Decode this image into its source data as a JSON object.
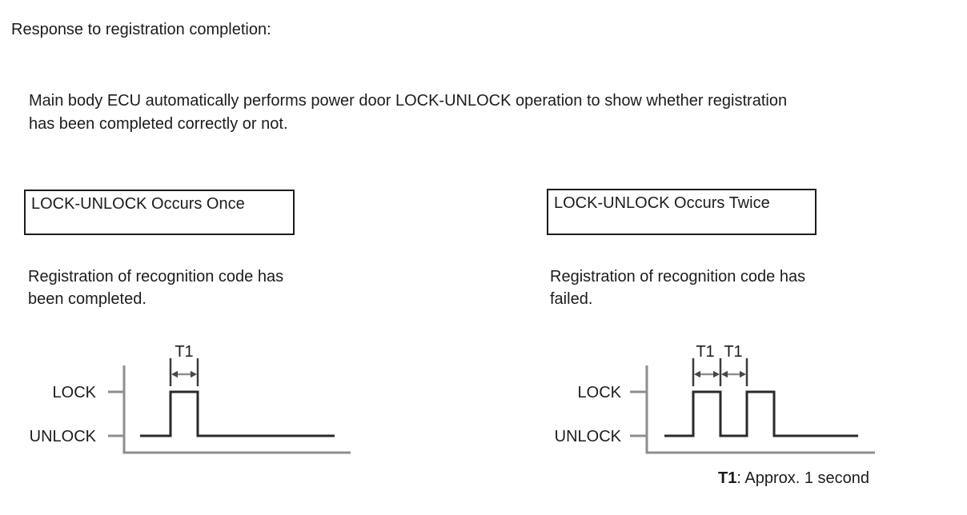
{
  "page": {
    "title": "Response to registration completion:",
    "intro_lines": [
      "Main body ECU automatically performs power door LOCK-UNLOCK operation to show whether registration",
      "has been completed correctly or not."
    ]
  },
  "panels": {
    "once": {
      "box_label": "LOCK-UNLOCK Occurs Once",
      "caption_lines": [
        "Registration of recognition code has",
        "been completed."
      ],
      "diagram": {
        "lock_label": "LOCK",
        "unlock_label": "UNLOCK",
        "t1_label": "T1",
        "pulse_count": 1,
        "sequence": [
          "UNLOCK",
          "LOCK",
          "UNLOCK"
        ],
        "pulse_width": "T1"
      }
    },
    "twice": {
      "box_label": "LOCK-UNLOCK Occurs Twice",
      "caption_lines": [
        "Registration of recognition code has",
        "failed."
      ],
      "diagram": {
        "lock_label": "LOCK",
        "unlock_label": "UNLOCK",
        "t1_label_1": "T1",
        "t1_label_2": "T1",
        "pulse_count": 2,
        "sequence": [
          "UNLOCK",
          "LOCK",
          "UNLOCK",
          "LOCK",
          "UNLOCK"
        ],
        "pulse_width": "T1",
        "gap_width": "T1"
      }
    }
  },
  "note": {
    "term": "T1",
    "rest": ": Approx. 1 second"
  },
  "colors": {
    "text": "#1c1c1c",
    "box_border": "#1c1c1c",
    "axis_gray": "#8e8e8e",
    "signal_dark": "#2a2a2a",
    "background": "#ffffff"
  }
}
